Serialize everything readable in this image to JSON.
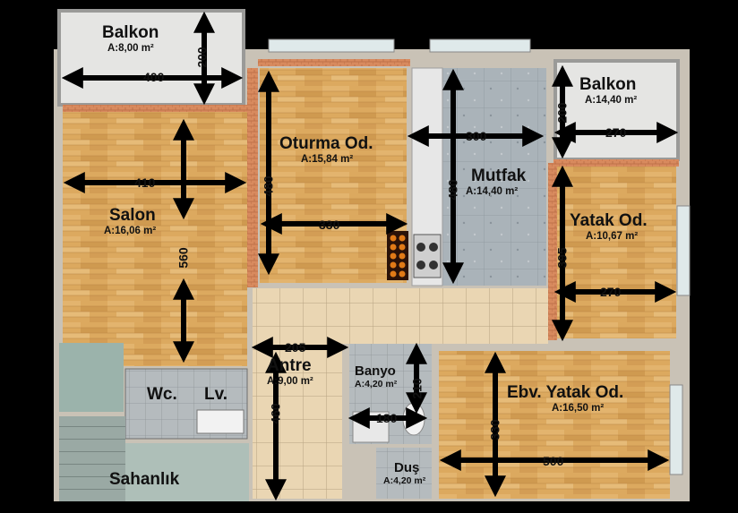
{
  "rooms": {
    "balkon1": {
      "name": "Balkon",
      "area": "A:8,00 m²"
    },
    "balkon2": {
      "name": "Balkon",
      "area": "A:14,40 m²"
    },
    "salon": {
      "name": "Salon",
      "area": "A:16,06 m²"
    },
    "oturma": {
      "name": "Oturma Od.",
      "area": "A:15,84 m²"
    },
    "mutfak": {
      "name": "Mutfak",
      "area": "A:14,40 m²"
    },
    "yatak": {
      "name": "Yatak Od.",
      "area": "A:10,67 m²"
    },
    "antre": {
      "name": "Antre",
      "area": "A:9,00 m²"
    },
    "banyo": {
      "name": "Banyo",
      "area": "A:4,20 m²"
    },
    "ebv": {
      "name": "Ebv. Yatak Od.",
      "area": "A:16,50 m²"
    },
    "dus": {
      "name": "Duş",
      "area": "A:4,20 m²"
    },
    "wc": {
      "name": "Wc."
    },
    "lv": {
      "name": "Lv."
    },
    "sahanlik": {
      "name": "Sahanlık"
    }
  },
  "dims": {
    "balkon1_w": "400",
    "balkon1_h": "200",
    "balkon2_w": "270",
    "balkon2_h": "200",
    "salon_w": "410",
    "salon_h": "560",
    "oturma_w": "330",
    "oturma_h": "480",
    "mutfak_w": "300",
    "mutfak_h": "480",
    "yatak_w": "270",
    "yatak_h": "395",
    "antre_w": "205",
    "antre_h": "460",
    "banyo_w": "180",
    "banyo_h": "210",
    "ebv_w": "500",
    "ebv_h": "330"
  },
  "colors": {
    "wood": "#d9a85c",
    "tile": "#e7d3b0",
    "kitchen_tile": "#aeb6bc",
    "bath_tile": "#b9bdbf",
    "wall": "#c8c1b5",
    "balcony": "#e4e4e2",
    "stair": "#8fa8a0",
    "arrow": "#000000"
  }
}
